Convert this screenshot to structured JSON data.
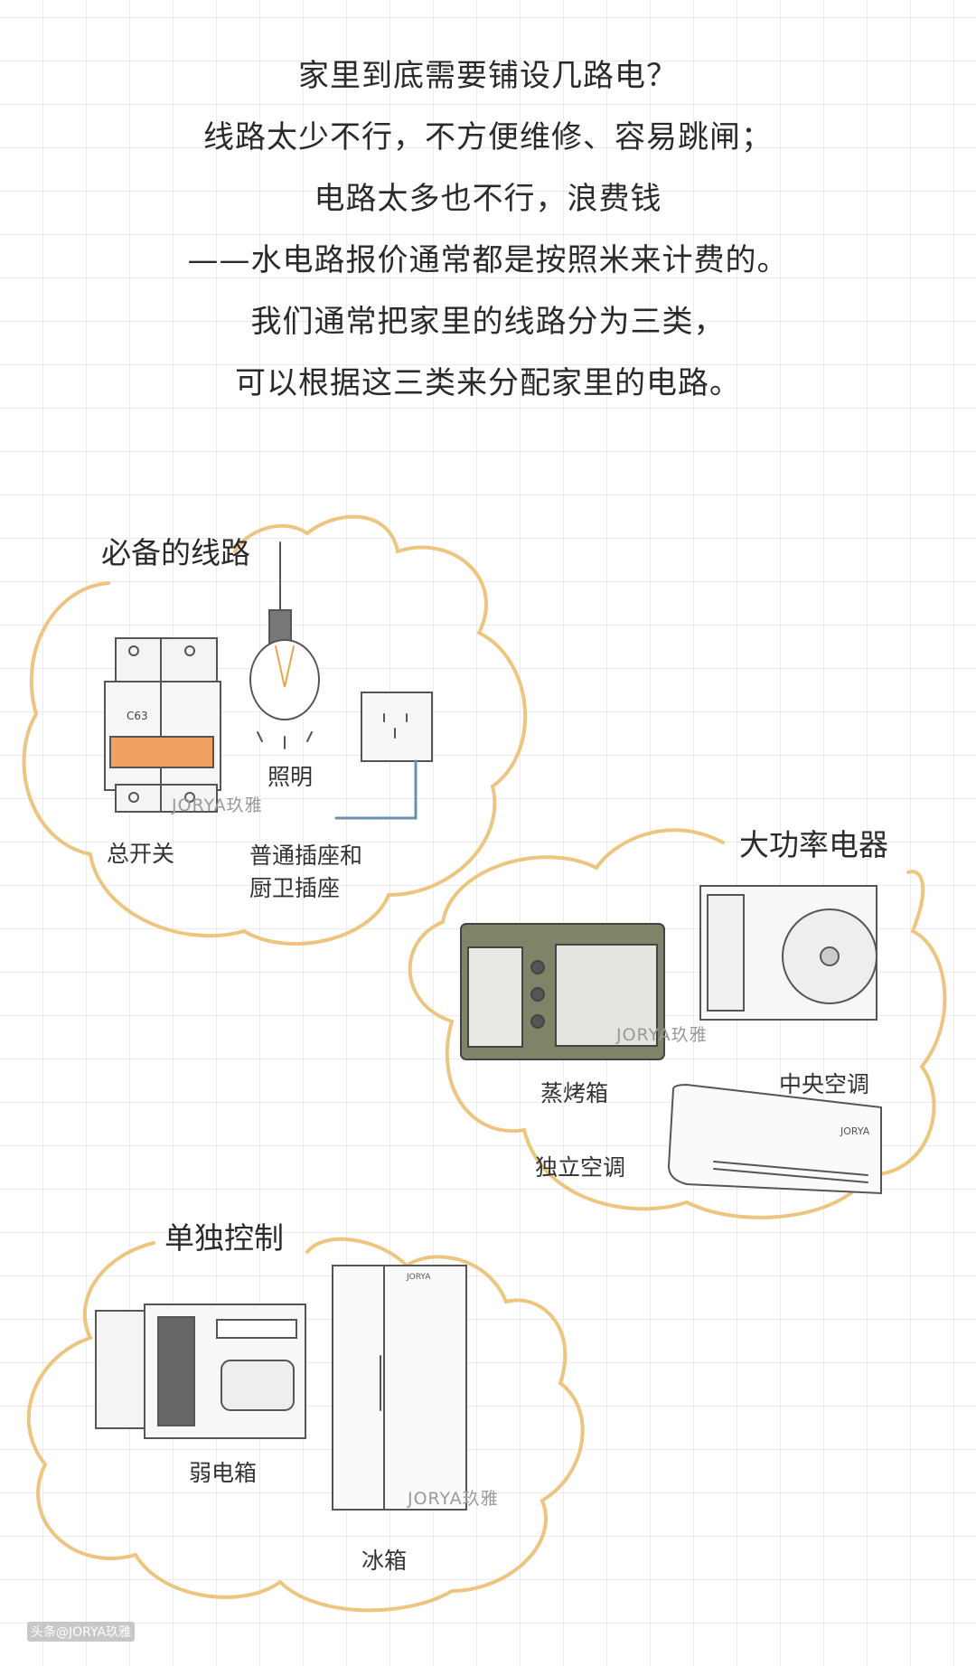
{
  "intro": {
    "lines": [
      "家里到底需要铺设几路电？",
      "线路太少不行，不方便维修、容易跳闸；",
      "电路太多也不行，浪费钱",
      "——水电路报价通常都是按照米来计费的。",
      "我们通常把家里的线路分为三类，",
      "可以根据这三类来分配家里的电路。"
    ]
  },
  "groups": [
    {
      "title": "必备的线路",
      "items": [
        "照明",
        "总开关",
        "普通插座和",
        "厨卫插座"
      ],
      "breaker_label": "C63"
    },
    {
      "title": "大功率电器",
      "items": [
        "蒸烤箱",
        "中央空调",
        "独立空调"
      ]
    },
    {
      "title": "单独控制",
      "items": [
        "弱电箱",
        "冰箱"
      ]
    }
  ],
  "watermark": "JORYA玖雅",
  "brand_mark": "JORYA",
  "footer_watermark": "头条@JORYA玖雅",
  "colors": {
    "cloud": "#edc581",
    "breaker_switch": "#f0a063",
    "oven": "#7d8467"
  }
}
